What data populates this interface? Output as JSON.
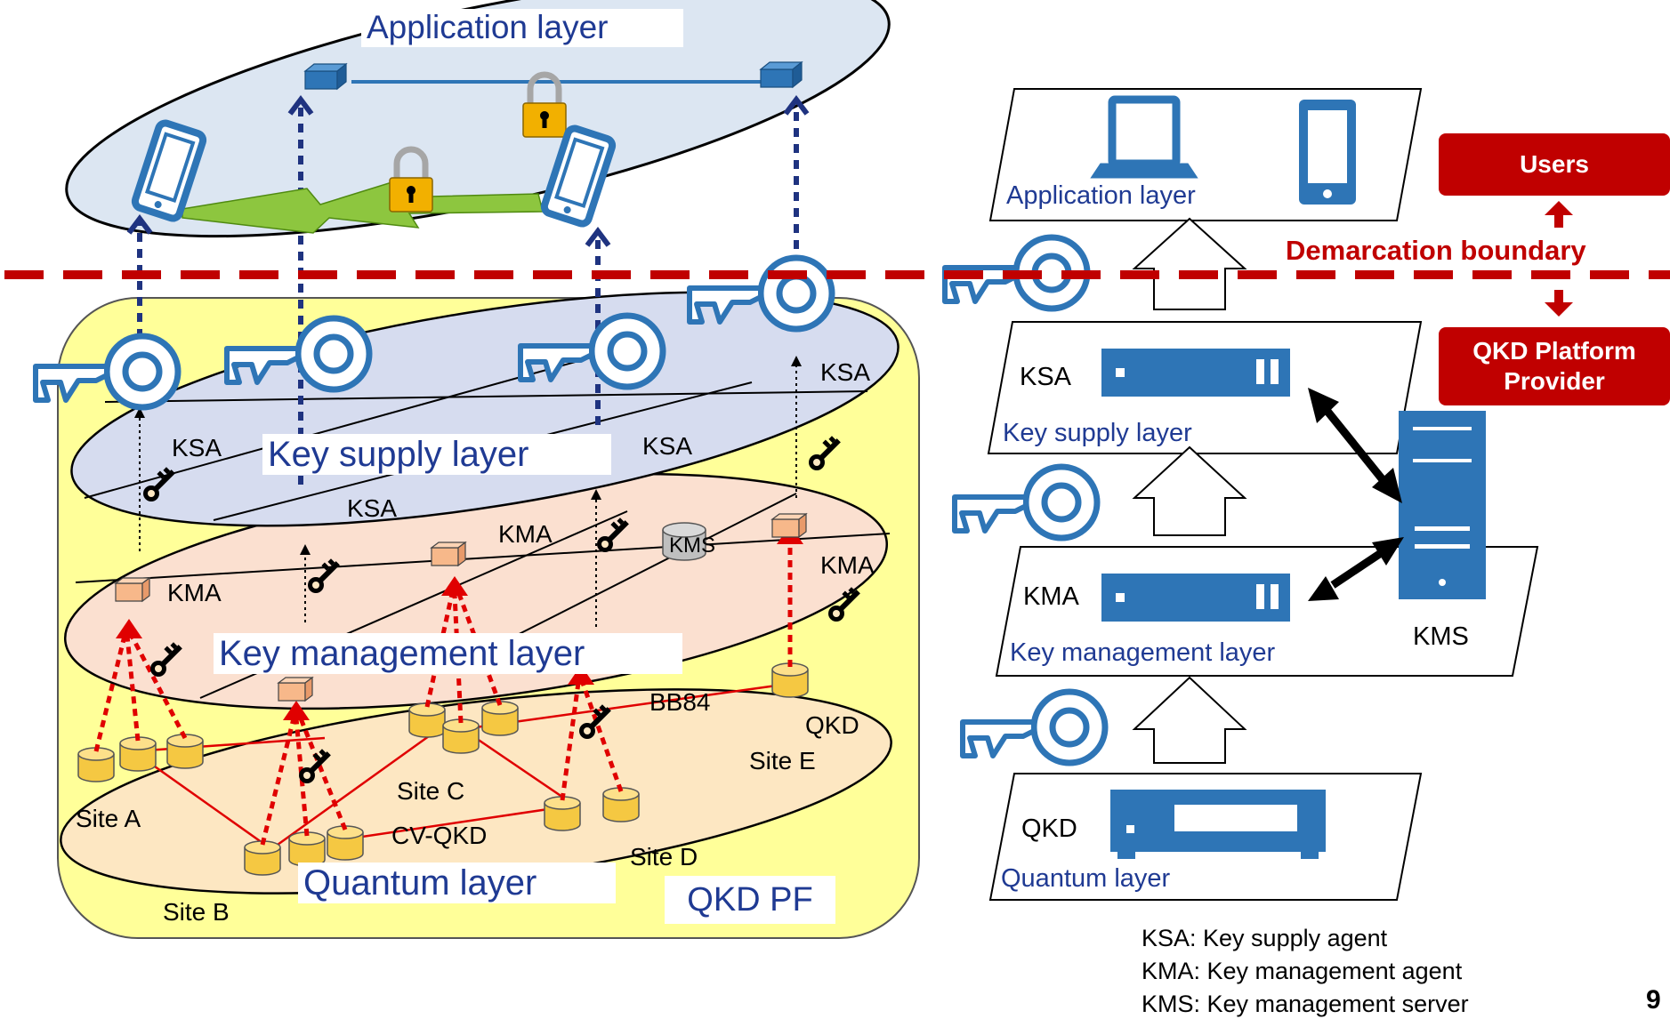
{
  "left_diagram": {
    "application_layer": "Application layer",
    "key_supply_layer": "Key supply layer",
    "key_management_layer": "Key management layer",
    "quantum_layer": "Quantum layer",
    "platform_label": "QKD PF",
    "ksa_labels": [
      "KSA",
      "KSA",
      "KSA",
      "KSA"
    ],
    "kma_labels": [
      "KMA",
      "KMA",
      "KMA"
    ],
    "kms_label": "KMS",
    "protocols": [
      "BB84",
      "CV-QKD"
    ],
    "qkd_label": "QKD",
    "sites": [
      "Site A",
      "Site B",
      "Site C",
      "Site D",
      "Site E"
    ]
  },
  "right_diagram": {
    "application_layer": "Application layer",
    "key_supply_layer": "Key supply layer",
    "key_management_layer": "Key management layer",
    "quantum_layer": "Quantum layer",
    "ksa": "KSA",
    "kma": "KMA",
    "qkd": "QKD",
    "kms": "KMS",
    "users": "Users",
    "demarcation": "Demarcation boundary",
    "provider_line1": "QKD Platform",
    "provider_line2": "Provider"
  },
  "legend": [
    "KSA: Key supply agent",
    "KMA: Key management agent",
    "KMS: Key management server"
  ],
  "page_number": "9",
  "colors": {
    "layer_title": "#1f3a93",
    "icon_blue": "#2e75b6",
    "boundary_red": "#c00000",
    "platform_yellow": "#ffff99",
    "application_ellipse": "#dce6f2",
    "key_supply_ellipse": "#d6dcef",
    "key_management_ellipse": "#fbe0d0",
    "quantum_ellipse": "#fde7c2",
    "qkd_node": "#f5c842"
  }
}
